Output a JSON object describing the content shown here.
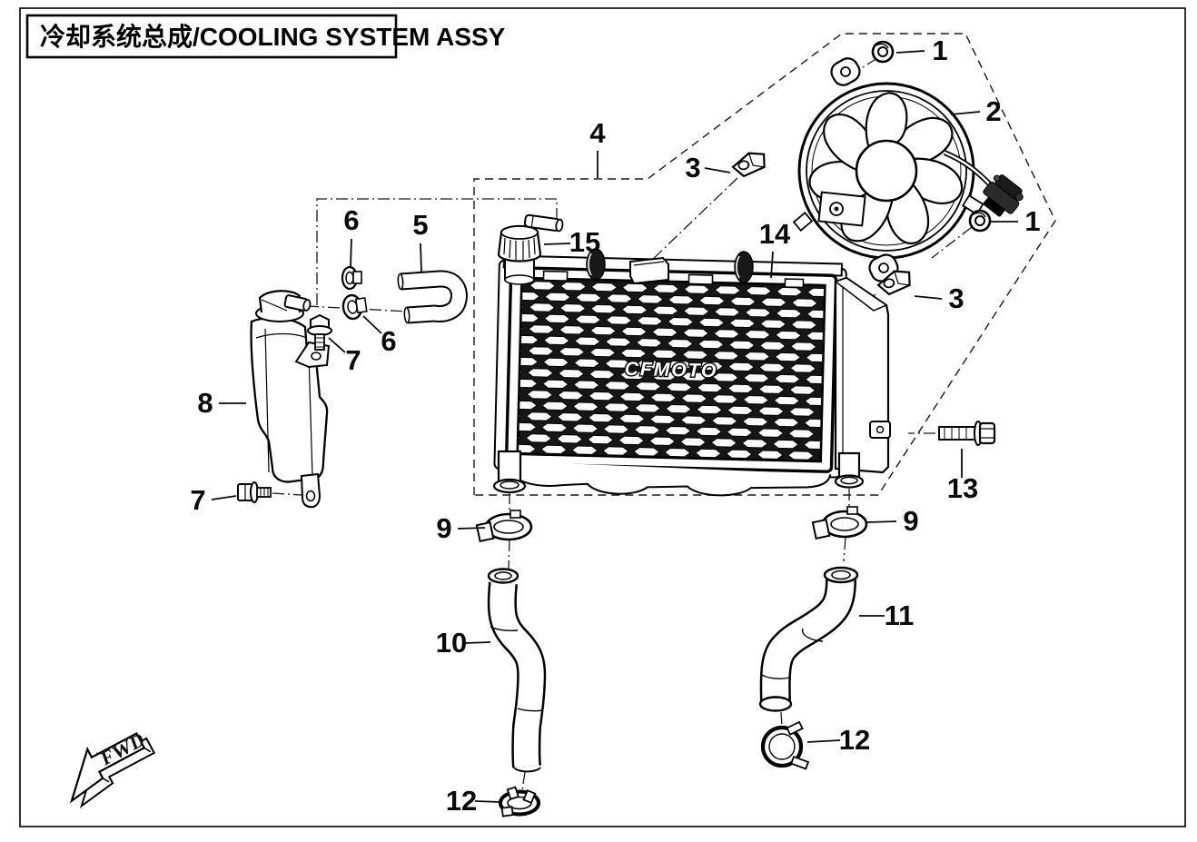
{
  "title": "冷却系统总成/COOLING SYSTEM ASSY",
  "logo": "CFMOTO",
  "fwd": "FWD",
  "colors": {
    "line": "#000000",
    "background": "#ffffff",
    "grille_dark": "#161616"
  },
  "callouts": {
    "c1": "1",
    "c2": "2",
    "c3": "3",
    "c4": "4",
    "c5": "5",
    "c6": "6",
    "c7": "7",
    "c8": "8",
    "c9": "9",
    "c10": "10",
    "c11": "11",
    "c12": "12",
    "c13": "13",
    "c14": "14",
    "c15": "15"
  }
}
